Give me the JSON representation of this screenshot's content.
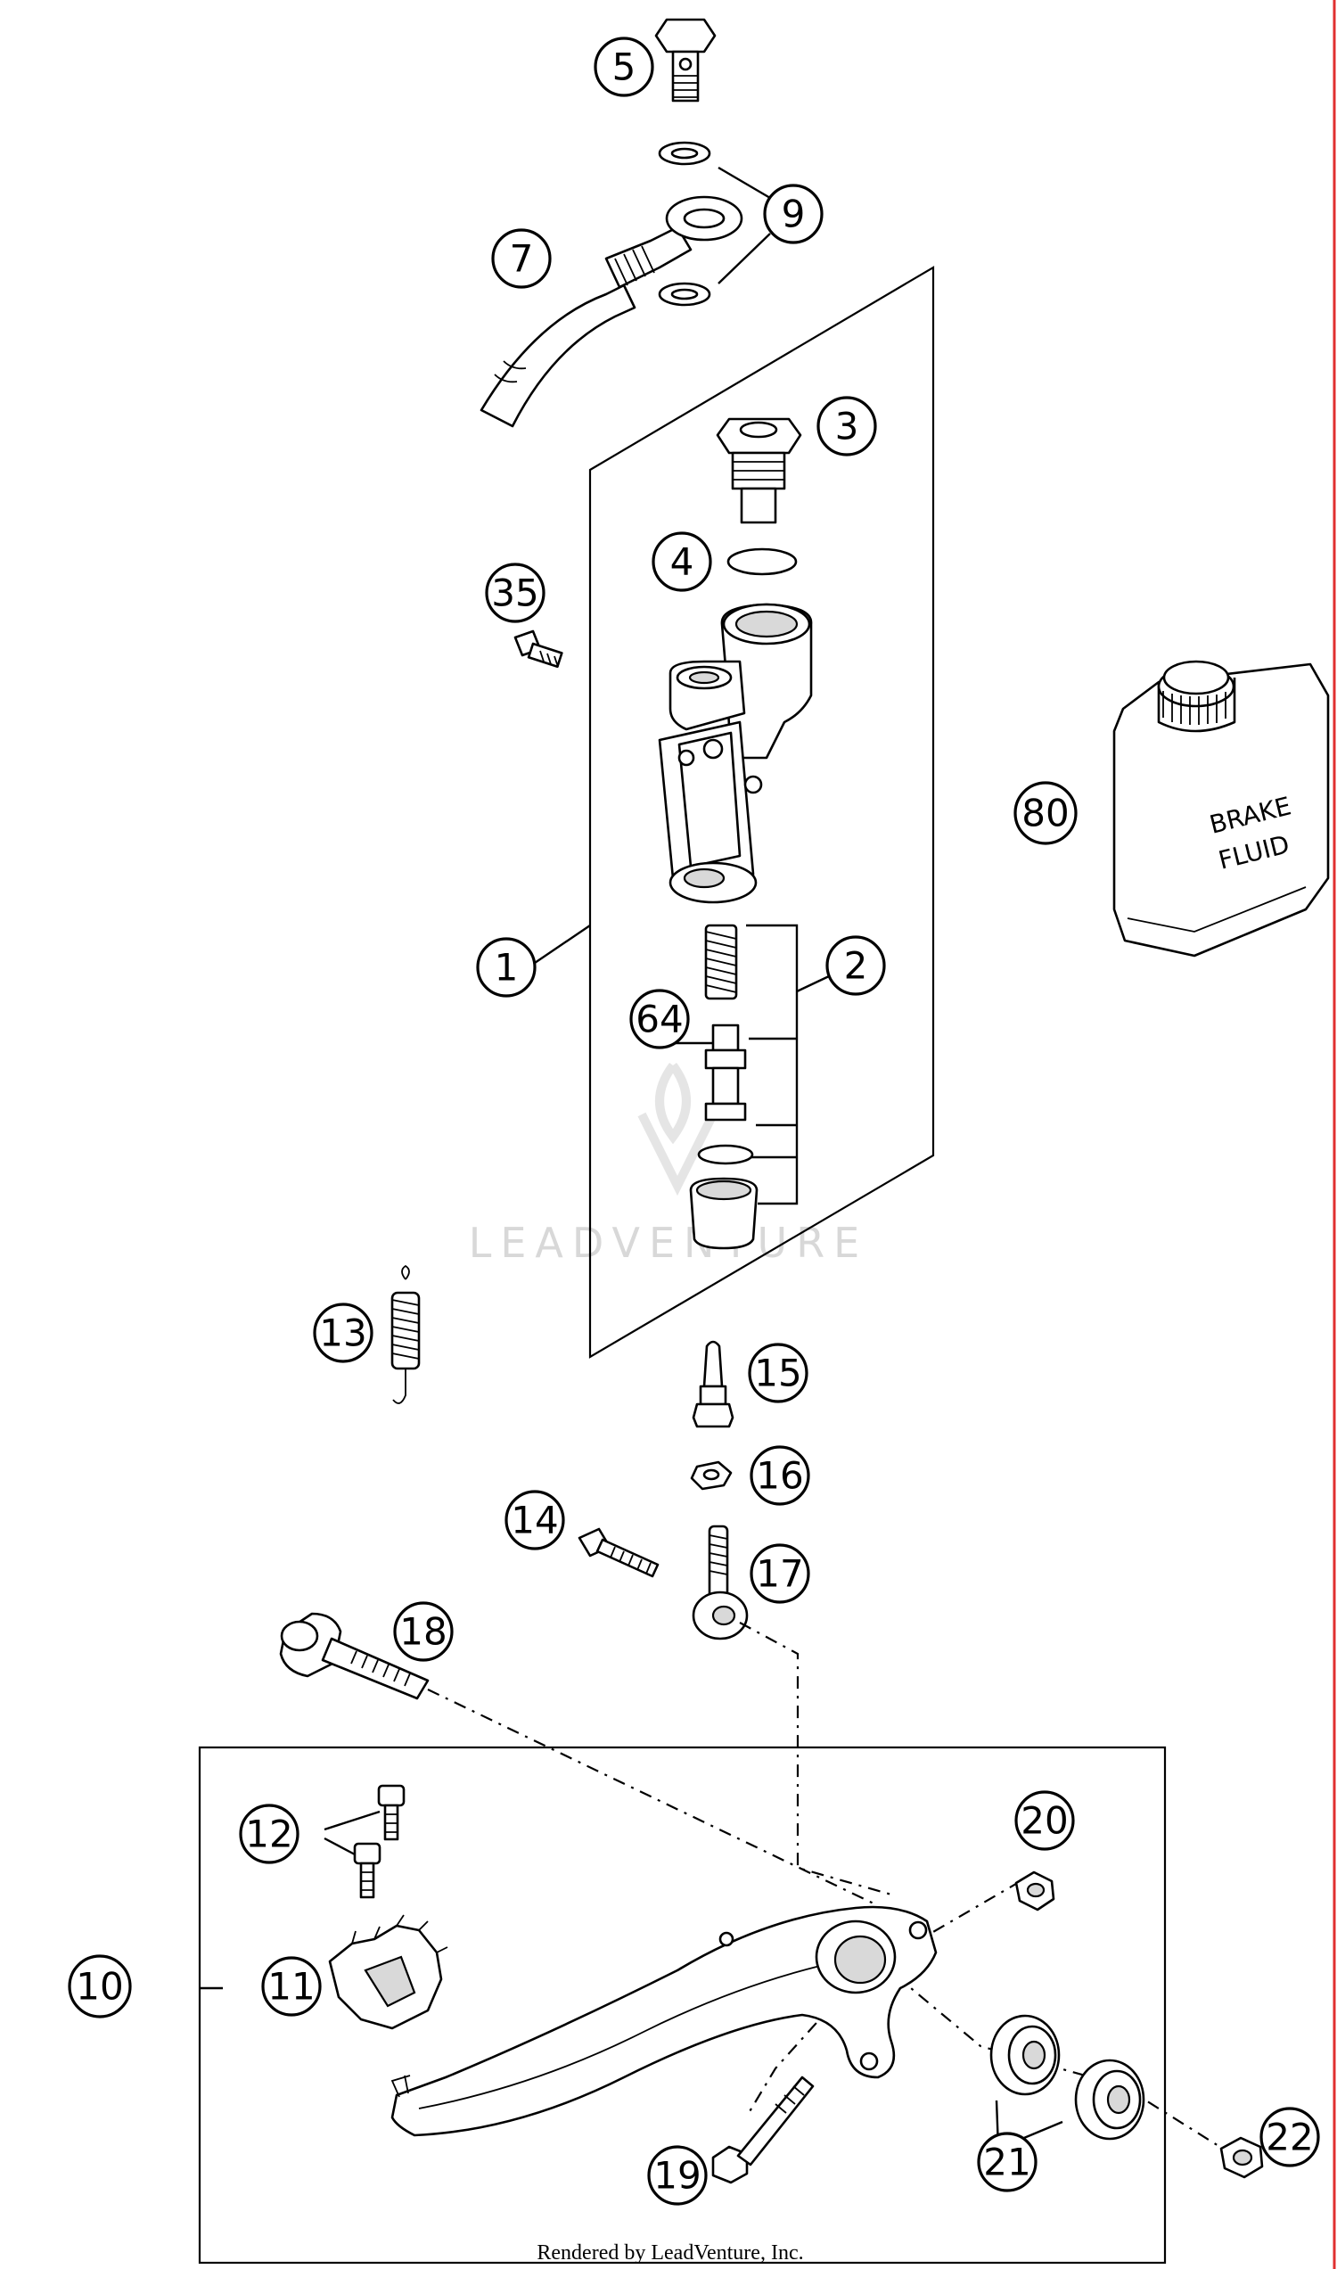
{
  "callouts": [
    {
      "id": "c5",
      "label": "5"
    },
    {
      "id": "c9",
      "label": "9"
    },
    {
      "id": "c7",
      "label": "7"
    },
    {
      "id": "c3",
      "label": "3"
    },
    {
      "id": "c4",
      "label": "4"
    },
    {
      "id": "c35",
      "label": "35"
    },
    {
      "id": "c80",
      "label": "80"
    },
    {
      "id": "c1",
      "label": "1"
    },
    {
      "id": "c2",
      "label": "2"
    },
    {
      "id": "c64",
      "label": "64"
    },
    {
      "id": "c13",
      "label": "13"
    },
    {
      "id": "c15",
      "label": "15"
    },
    {
      "id": "c16",
      "label": "16"
    },
    {
      "id": "c14",
      "label": "14"
    },
    {
      "id": "c17",
      "label": "17"
    },
    {
      "id": "c18",
      "label": "18"
    },
    {
      "id": "c20",
      "label": "20"
    },
    {
      "id": "c12",
      "label": "12"
    },
    {
      "id": "c10",
      "label": "10"
    },
    {
      "id": "c11",
      "label": "11"
    },
    {
      "id": "c19",
      "label": "19"
    },
    {
      "id": "c21",
      "label": "21"
    },
    {
      "id": "c22",
      "label": "22"
    }
  ],
  "brake_fluid_label": {
    "line1": "BRAKE",
    "line2": "FLUID"
  },
  "watermark": "LEADVENTURE",
  "footer": "Rendered by LeadVenture, Inc.",
  "colors": {
    "line": "#000000",
    "shade": "#d9d9d9",
    "edge_rule": "#e03030",
    "watermark": "#d8d8d8"
  }
}
